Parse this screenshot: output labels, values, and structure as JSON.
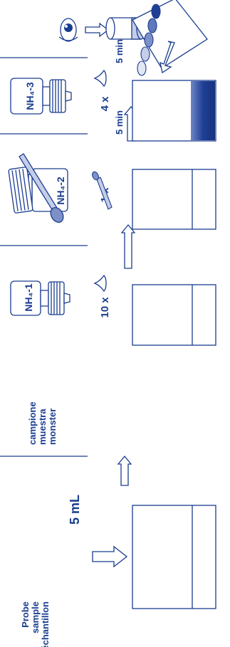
{
  "sample": {
    "volume": "5 mL",
    "words_left": [
      "Probe",
      "sample",
      "échantillon"
    ],
    "words_right": [
      "campione",
      "muestra",
      "monster"
    ]
  },
  "steps": [
    {
      "reagent": "NH₄-1",
      "dose": "10 x",
      "unit": "drop"
    },
    {
      "reagent": "NH₄-2",
      "dose": "1 x",
      "unit": "spoon"
    },
    {
      "reagent": "NH₄-3",
      "dose": "4 x",
      "unit": "drop"
    }
  ],
  "waits": [
    "5 min",
    "5 min"
  ],
  "colors": {
    "ink": "#1a3d8f",
    "dark_blue": "#1f3f95",
    "mid_blue": "#7d90c8",
    "light_blue": "#c5cde8",
    "pale_blue": "#e3e7f4"
  },
  "icons": [
    "eye-icon",
    "drop-icon",
    "spoon-icon",
    "arrow-icon",
    "color-chart-icon"
  ]
}
